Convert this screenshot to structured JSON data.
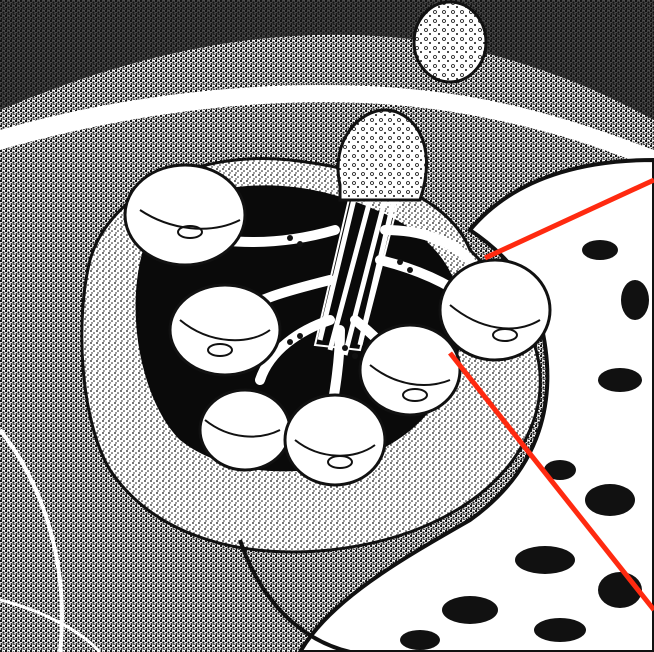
{
  "image": {
    "description_kind": "black-and-white stippled scientific illustration",
    "colors": {
      "ink": "#0a0a0a",
      "paper": "#ffffff",
      "pointer_lines": "#ff2a10"
    },
    "annotations": [
      {
        "name": "pointer-line-upper",
        "color": "#ff2a10"
      },
      {
        "name": "pointer-line-lower",
        "color": "#ff2a10"
      }
    ]
  }
}
